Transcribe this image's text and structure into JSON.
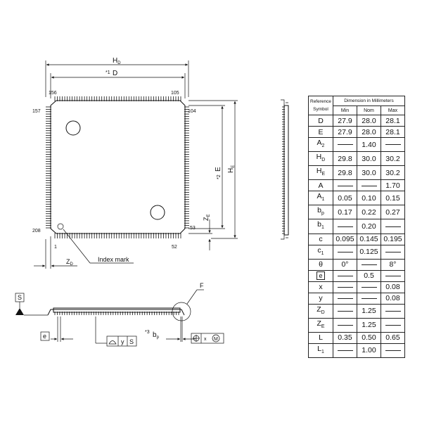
{
  "labels": {
    "hd": "H",
    "hd_sub": "D",
    "d": "D",
    "d_note": "*1",
    "e": "E",
    "e_note": "*2",
    "he": "H",
    "he_sub": "E",
    "ze": "Z",
    "ze_sub": "E",
    "zd": "Z",
    "zd_sub": "D",
    "index_mark": "Index mark",
    "f": "F",
    "s": "S",
    "e_box": "e",
    "y": "y",
    "bp": "b",
    "bp_sub": "p",
    "bp_note": "*3",
    "x": "x",
    "m": "M"
  },
  "pins": {
    "p156": "156",
    "p105": "105",
    "p157": "157",
    "p104": "104",
    "p208": "208",
    "p53": "53",
    "p1": "1",
    "p52": "52"
  },
  "table": {
    "header_ref": [
      "Reference",
      "Symbol"
    ],
    "header_group": "Dimension in Millimeters",
    "cols": [
      "Min",
      "Nom",
      "Max"
    ],
    "rows": [
      {
        "sym": "D",
        "sub": "",
        "boxed": false,
        "min": "27.9",
        "nom": "28.0",
        "max": "28.1"
      },
      {
        "sym": "E",
        "sub": "",
        "boxed": false,
        "min": "27.9",
        "nom": "28.0",
        "max": "28.1"
      },
      {
        "sym": "A",
        "sub": "2",
        "boxed": false,
        "min": "—",
        "nom": "1.40",
        "max": "—"
      },
      {
        "sym": "H",
        "sub": "D",
        "boxed": false,
        "min": "29.8",
        "nom": "30.0",
        "max": "30.2"
      },
      {
        "sym": "H",
        "sub": "E",
        "boxed": false,
        "min": "29.8",
        "nom": "30.0",
        "max": "30.2"
      },
      {
        "sym": "A",
        "sub": "",
        "boxed": false,
        "min": "—",
        "nom": "—",
        "max": "1.70"
      },
      {
        "sym": "A",
        "sub": "1",
        "boxed": false,
        "min": "0.05",
        "nom": "0.10",
        "max": "0.15"
      },
      {
        "sym": "b",
        "sub": "p",
        "boxed": false,
        "min": "0.17",
        "nom": "0.22",
        "max": "0.27"
      },
      {
        "sym": "b",
        "sub": "1",
        "boxed": false,
        "min": "—",
        "nom": "0.20",
        "max": "—"
      },
      {
        "sym": "c",
        "sub": "",
        "boxed": false,
        "min": "0.095",
        "nom": "0.145",
        "max": "0.195"
      },
      {
        "sym": "c",
        "sub": "1",
        "boxed": false,
        "min": "—",
        "nom": "0.125",
        "max": "—"
      },
      {
        "sym": "θ",
        "sub": "",
        "boxed": false,
        "min": "0°",
        "nom": "—",
        "max": "8°"
      },
      {
        "sym": "e",
        "sub": "",
        "boxed": true,
        "min": "—",
        "nom": "0.5",
        "max": "—"
      },
      {
        "sym": "x",
        "sub": "",
        "boxed": false,
        "min": "—",
        "nom": "—",
        "max": "0.08"
      },
      {
        "sym": "y",
        "sub": "",
        "boxed": false,
        "min": "—",
        "nom": "—",
        "max": "0.08"
      },
      {
        "sym": "Z",
        "sub": "D",
        "boxed": false,
        "min": "—",
        "nom": "1.25",
        "max": "—"
      },
      {
        "sym": "Z",
        "sub": "E",
        "boxed": false,
        "min": "—",
        "nom": "1.25",
        "max": "—"
      },
      {
        "sym": "L",
        "sub": "",
        "boxed": false,
        "min": "0.35",
        "nom": "0.50",
        "max": "0.65"
      },
      {
        "sym": "L",
        "sub": "1",
        "boxed": false,
        "min": "—",
        "nom": "1.00",
        "max": "—"
      }
    ]
  }
}
